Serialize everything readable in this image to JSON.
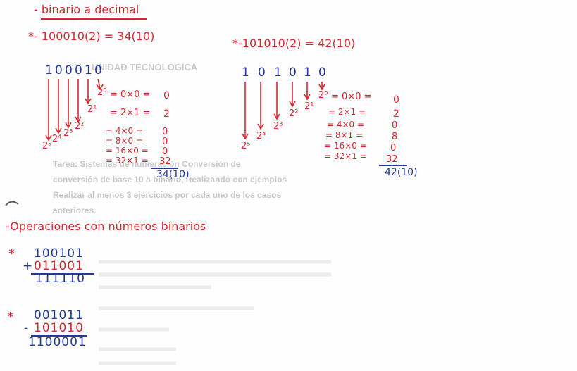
{
  "section1": {
    "title": "- binario a decimal",
    "ex1": {
      "label": "*- 100010(2) = 34(10)",
      "digits": [
        "1",
        "0",
        "0",
        "0",
        "1",
        "0"
      ],
      "powers": [
        "2⁵",
        "2⁴",
        "2³",
        "2²",
        "2¹",
        "2⁰"
      ],
      "ops": [
        "= 0×0 =",
        "= 2×1 =",
        "= 4×0 =",
        "= 8×0 =",
        "= 16×0 =",
        "= 32×1 ="
      ],
      "results": [
        "0",
        "2",
        "0",
        "0",
        "0",
        "32"
      ],
      "total": "34(10)"
    },
    "ex2": {
      "label": "*-101010(2) = 42(10)",
      "digits": [
        "1",
        "0",
        "1",
        "0",
        "1",
        "0"
      ],
      "powers": [
        "2⁵",
        "2⁴",
        "2³",
        "2²",
        "2¹",
        "2⁰"
      ],
      "ops": [
        "= 0×0 =",
        "= 2×1 =",
        "= 4×0 =",
        "= 8×1 =",
        "= 16×0 =",
        "= 32×1 ="
      ],
      "results": [
        "0",
        "2",
        "0",
        "8",
        "0",
        "32"
      ],
      "total": "42(10)"
    }
  },
  "section2": {
    "title": "-Operaciones con números binarios",
    "sum": {
      "a": "100101",
      "b": "011001",
      "op": "+",
      "result": "111110"
    },
    "sub": {
      "a": "001011",
      "b": "101010",
      "op": "-",
      "result": "1100001"
    }
  },
  "bleed": {
    "heading": "UNIDAD TECNOLOGICA",
    "task_lines": [
      "Tarea: Sistemas de numeración Conversión de",
      "conversión de base 10 a binario, Realizando con ejemplos",
      "Realizar al menos 3 ejercicios por cada uno de los casos",
      "anteriores."
    ]
  }
}
